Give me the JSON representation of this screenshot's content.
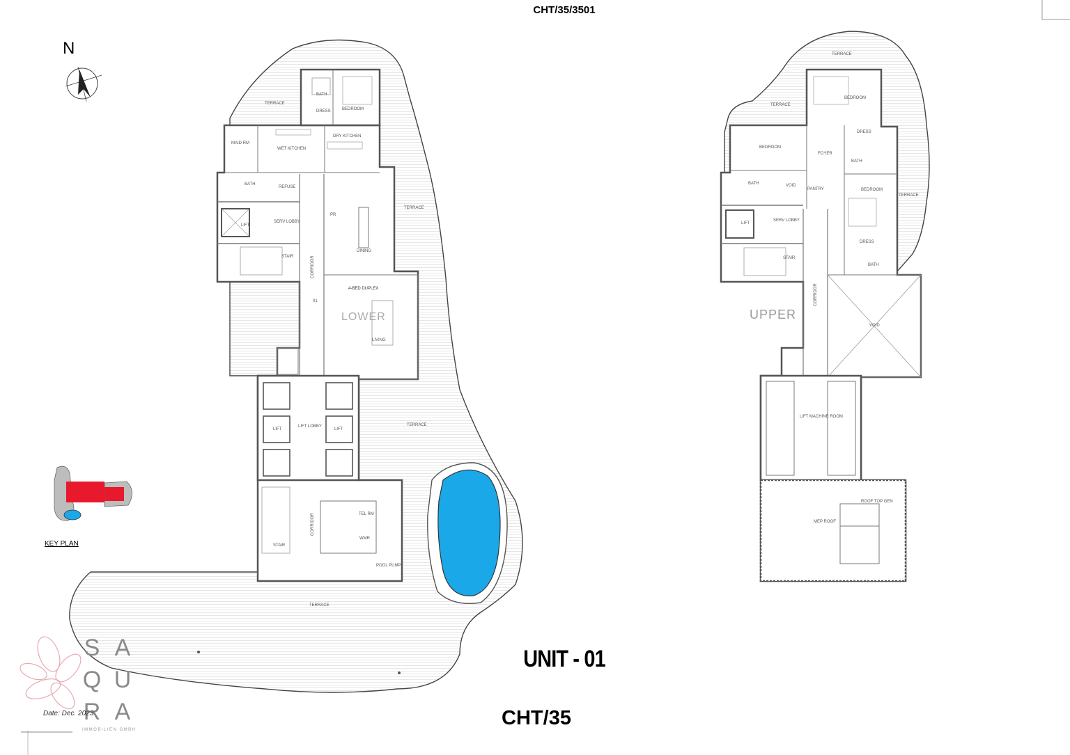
{
  "header": {
    "doc_ref": "CHT/35/3501"
  },
  "footer": {
    "unit_title": "UNIT - 01",
    "project_code": "CHT/35",
    "date_text": "Date: Dec. 2023"
  },
  "compass": {
    "north_label": "N"
  },
  "key_plan": {
    "label": "KEY PLAN"
  },
  "logo": {
    "letters": [
      "S",
      "A",
      "Q",
      "U",
      "R",
      "A"
    ],
    "subtitle": "IMMOBILIEN GMBH"
  },
  "lower_floor": {
    "rooms": {
      "terrace_top": "TERRACE",
      "bath_top": "BATH",
      "dress_top": "DRESS",
      "bedroom_top": "BEDROOM",
      "maid_rm": "MAID RM",
      "wet_kitchen": "WET KITCHEN",
      "dry_kitchen": "DRY KITCHEN",
      "bath_service": "BATH",
      "refuse": "REFUSE",
      "lift": "LIFT",
      "serv_lobby": "SERV LOBBY",
      "stair": "STAIR",
      "corridor": "CORRIDOR",
      "unit_no": "01",
      "pr": "PR",
      "dining": "DINING",
      "terrace_right": "TERRACE",
      "duplex_tag": "4-BED DUPLEX",
      "lower_label": "LOWER",
      "living": "LIVING",
      "lift_lobby": "LIFT LOBBY",
      "lift_a": "LIFT",
      "lift_b": "LIFT",
      "terrace_mid": "TERRACE",
      "corridor_b": "CORRIDOR",
      "stair_b": "STAIR",
      "tel_rm": "TEL RM",
      "wmr": "WMR",
      "pool_pump": "POOL PUMP",
      "terrace_bottom": "TERRACE"
    }
  },
  "upper_floor": {
    "label": "UPPER",
    "rooms": {
      "terrace_top": "TERRACE",
      "terrace_left": "TERRACE",
      "bedroom_top": "BEDROOM",
      "bedroom_left": "BEDROOM",
      "dress_a": "DRESS",
      "foyer": "FOYER",
      "bath_a": "BATH",
      "bath_b": "BATH",
      "void_small": "VOID",
      "pantry": "PANTRY",
      "bedroom_right": "BEDROOM",
      "terrace_right": "TERRACE",
      "lift": "LIFT",
      "serv_lobby": "SERV LOBBY",
      "stair": "STAIR",
      "dress_b": "DRESS",
      "bath_c": "BATH",
      "corridor": "CORRIDOR",
      "void_large": "VOID",
      "lift_machine_room": "LIFT MACHINE ROOM",
      "mep_roof": "MEP ROOF",
      "roof_top_gen": "ROOF TOP GEN"
    }
  },
  "colors": {
    "pool": "#1aa8e8",
    "key_plan_unit": "#e8192c",
    "wall": "#8c8c8c",
    "hatch": "#d0d0d0",
    "logo_pink": "#e8aab0"
  }
}
